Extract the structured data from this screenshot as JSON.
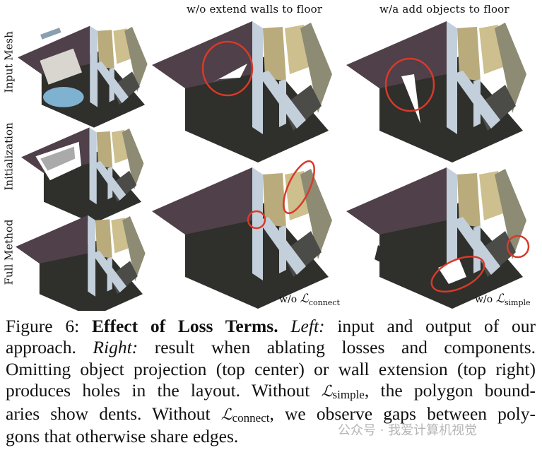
{
  "figure": {
    "column_titles": [
      "w/o extend walls to floor",
      "w/a add objects to floor"
    ],
    "row_labels": [
      "Input Mesh",
      "Initialization",
      "Full Method"
    ],
    "panel_labels": [
      {
        "prefix": "w/o ",
        "symbol": "ℒ",
        "subscript": "connect"
      },
      {
        "prefix": "w/o ",
        "symbol": "ℒ",
        "subscript": "simple"
      }
    ],
    "colors": {
      "wall": "#4f4049",
      "floor": "#2f2f2b",
      "slab": "#c3d0dc",
      "tan": "#b9ab7c",
      "olive": "#8d8b73",
      "highlight": "#d83a2a"
    }
  },
  "caption": {
    "figure_label": "Figure 6:",
    "title": "Effect of Loss Terms.",
    "left_label": "Left:",
    "left_text": "input and output of our",
    "line2_a": "approach.",
    "right_label": "Right:",
    "line2_b": "result when ablating losses and components.",
    "line3": "Omitting object projection (top center) or wall extension (top right)",
    "line4_a": "produces holes in the layout. Without",
    "sym": "ℒ",
    "sub_simple": "simple",
    "line4_b": ", the polygon bound-",
    "line5_a": "aries show dents. Without",
    "sub_connect": "connect",
    "line5_b": ", we observe gaps between poly-",
    "line6": "gons that otherwise share edges."
  },
  "watermark": "公众号 · 我爱计算机视觉"
}
